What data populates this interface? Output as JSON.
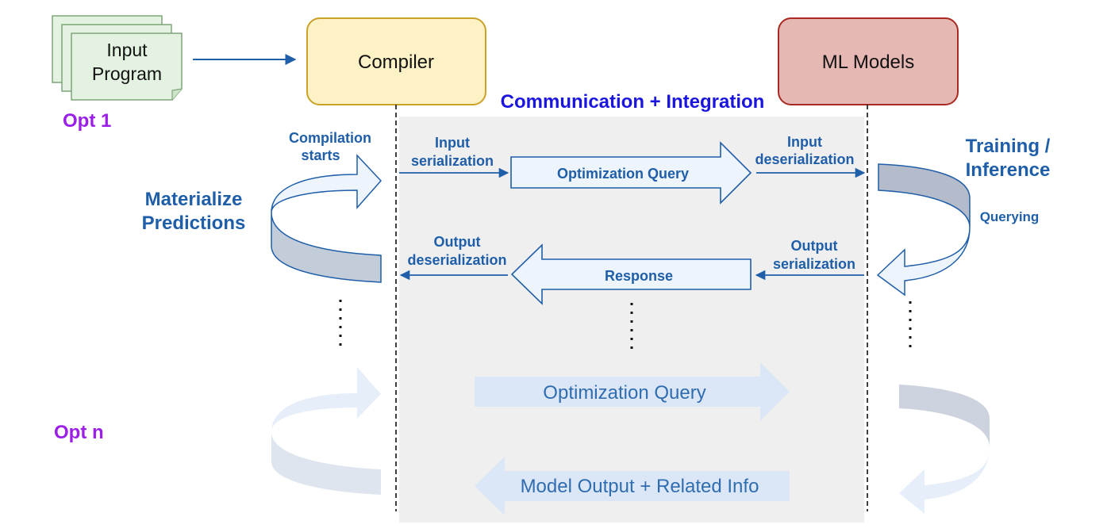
{
  "input_program": {
    "label_line1": "Input",
    "label_line2": "Program"
  },
  "compiler": {
    "label": "Compiler"
  },
  "ml_models": {
    "label": "ML Models"
  },
  "communication": {
    "label": "Communication + Integration"
  },
  "opt_first": {
    "label": "Opt 1"
  },
  "opt_last": {
    "label": "Opt n"
  },
  "left_cycle": {
    "top_label_line1": "Compilation",
    "top_label_line2": "starts",
    "side_label_line1": "Materialize",
    "side_label_line2": "Predictions"
  },
  "right_cycle": {
    "side_label_line1": "Training /",
    "side_label_line2": "Inference",
    "inner_label": "Querying"
  },
  "flow": {
    "input_serialization_line1": "Input",
    "input_serialization_line2": "serialization",
    "optimization_query": "Optimization Query",
    "input_deserialization_line1": "Input",
    "input_deserialization_line2": "deserialization",
    "output_serialization_line1": "Output",
    "output_serialization_line2": "serialization",
    "response": "Response",
    "output_deserialization_line1": "Output",
    "output_deserialization_line2": "deserialization"
  },
  "faded_flow": {
    "optimization_query": "Optimization Query",
    "model_output": "Model Output + Related Info"
  },
  "colors": {
    "compiler_fill": "#fdf1c6",
    "compiler_stroke": "#c9a227",
    "ml_fill": "#e6b8b3",
    "ml_stroke": "#a82a22",
    "program_fill": "#e4f3e1",
    "program_stroke": "#7ea57a",
    "label_blue": "#1f5ea8",
    "purple": "#9b1fe6",
    "gray_panel": "#efefef"
  }
}
